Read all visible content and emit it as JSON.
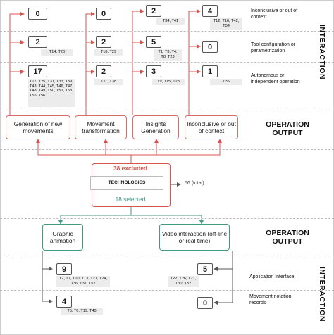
{
  "top": {
    "side_label": "INTERACTION",
    "categories": [
      "Inconclusive or out of context",
      "Tool configuration or parametrization",
      "Autonomous or independent operation"
    ],
    "columns": [
      {
        "title": "Generation of new movements",
        "cells": [
          {
            "count": "0",
            "items": ""
          },
          {
            "count": "2",
            "items": "T14, T20"
          },
          {
            "count": "17",
            "items": "T17, T25, T31, T33, T39, T43, T44, T45, T46, T47, T48, T49, T50, T51, T53, T55, T56"
          }
        ]
      },
      {
        "title": "Movement transformation",
        "cells": [
          {
            "count": "0",
            "items": ""
          },
          {
            "count": "2",
            "items": "T18, T29"
          },
          {
            "count": "2",
            "items": "T11, T38"
          }
        ]
      },
      {
        "title": "Insights Generation",
        "cells": [
          {
            "count": "2",
            "items": "T34, T41"
          },
          {
            "count": "5",
            "items": "T1, T3, T4, T8, T23"
          },
          {
            "count": "3",
            "items": "T9, T15, T28"
          }
        ]
      },
      {
        "title": "Inconclusive or out of context",
        "cells": [
          {
            "count": "4",
            "items": "T12, T16, T42, T54"
          },
          {
            "count": "0",
            "items": ""
          },
          {
            "count": "1",
            "items": "T35"
          }
        ]
      }
    ]
  },
  "operation_output_label": "OPERATION OUTPUT",
  "center": {
    "excluded": "38 excluded",
    "technologies": "TECHNOLOGIES",
    "total": "56 (total)",
    "selected": "18 selected"
  },
  "bottom": {
    "side_label": "INTERACTION",
    "outputs": [
      {
        "title": "Graphic animation"
      },
      {
        "title": "Video interaction (off-line or real time)"
      }
    ],
    "categories": [
      "Application Interface",
      "Movement notation records"
    ],
    "left_cells": [
      {
        "count": "9",
        "items": "T2, T7, T10, T13, T21, T24, T36, T37, T52"
      },
      {
        "count": "4",
        "items": "T5, T6, T19, T40"
      }
    ],
    "right_cells": [
      {
        "count": "5",
        "items": "T22, T26, T27, T30, T32"
      },
      {
        "count": "0",
        "items": ""
      }
    ]
  },
  "colors": {
    "excluded": "#d9534f",
    "selected": "#3f9a86",
    "neutral": "#555555"
  }
}
